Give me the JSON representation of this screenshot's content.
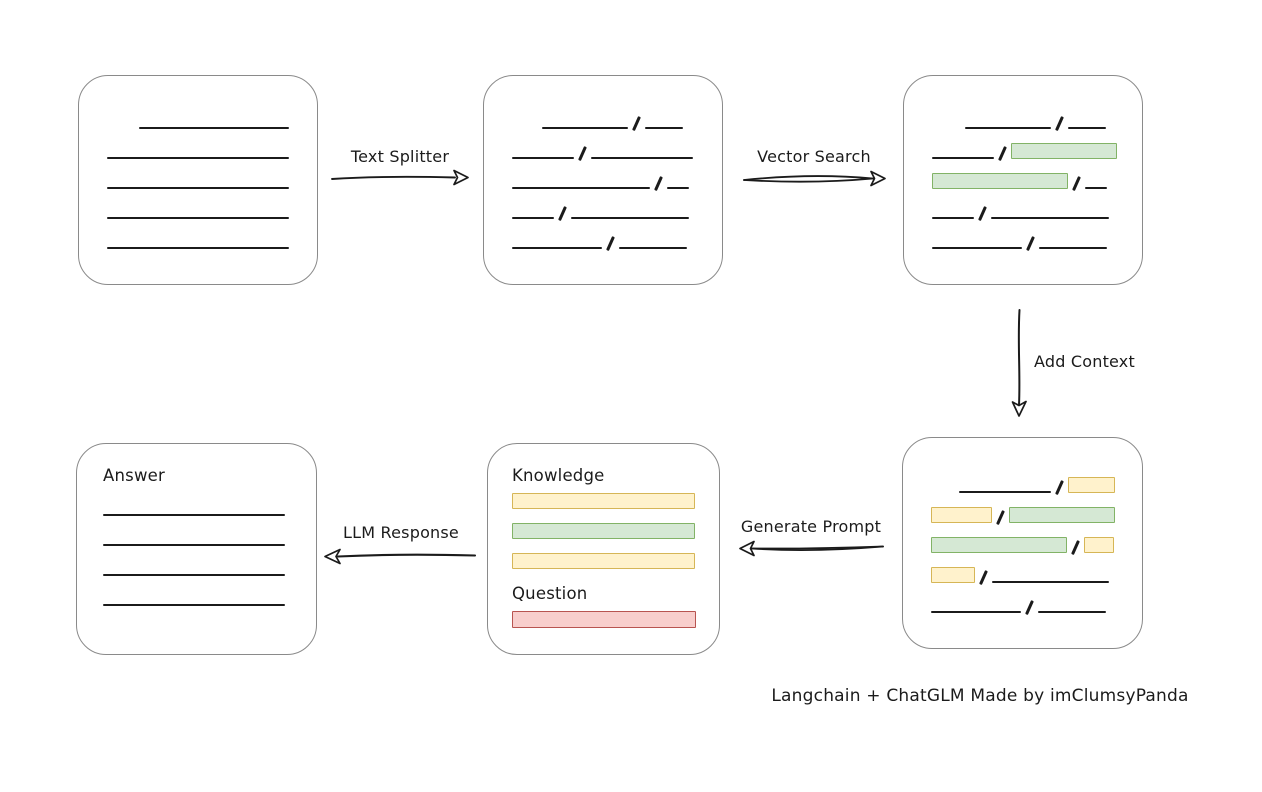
{
  "caption": "Langchain + ChatGLM Made by imClumsyPanda",
  "colors": {
    "green_fill": "#d5e8d4",
    "green_stroke": "#82b366",
    "yellow_fill": "#fff2cc",
    "yellow_stroke": "#d6b656",
    "red_fill": "#f8cecc",
    "red_stroke": "#b85450",
    "line_color": "#1b1b1b",
    "box_border": "#8a8a8a"
  },
  "arrows": {
    "text_splitter": {
      "label": "Text Splitter",
      "direction": "right"
    },
    "vector_search": {
      "label": "Vector Search",
      "direction": "right"
    },
    "add_context": {
      "label": "Add Context",
      "direction": "down"
    },
    "generate_prompt": {
      "label": "Generate Prompt",
      "direction": "left"
    },
    "llm_response": {
      "label": "LLM Response",
      "direction": "left"
    }
  },
  "boxes": {
    "source_document": {
      "rows": [
        {
          "indent": 32,
          "segs": [
            [
              "line",
              150
            ]
          ]
        },
        {
          "segs": [
            [
              "line",
              182
            ]
          ]
        },
        {
          "segs": [
            [
              "line",
              182
            ]
          ]
        },
        {
          "segs": [
            [
              "line",
              182
            ]
          ]
        },
        {
          "segs": [
            [
              "line",
              182
            ]
          ]
        }
      ]
    },
    "split_text": {
      "rows": [
        {
          "indent": 30,
          "segs": [
            [
              "line",
              86
            ],
            [
              "slash"
            ],
            [
              "line",
              38
            ]
          ]
        },
        {
          "segs": [
            [
              "line",
              62
            ],
            [
              "slash"
            ],
            [
              "line",
              102
            ]
          ]
        },
        {
          "segs": [
            [
              "line",
              138
            ],
            [
              "slash"
            ],
            [
              "line",
              22
            ]
          ]
        },
        {
          "segs": [
            [
              "line",
              42
            ],
            [
              "slash"
            ],
            [
              "line",
              118
            ]
          ]
        },
        {
          "segs": [
            [
              "line",
              90
            ],
            [
              "slash"
            ],
            [
              "line",
              68
            ]
          ]
        }
      ]
    },
    "matched_chunks": {
      "rows": [
        {
          "indent": 33,
          "segs": [
            [
              "line",
              86
            ],
            [
              "slash"
            ],
            [
              "line",
              38
            ]
          ]
        },
        {
          "segs": [
            [
              "line",
              62
            ],
            [
              "slash"
            ],
            [
              "green",
              106
            ]
          ]
        },
        {
          "segs": [
            [
              "green",
              136
            ],
            [
              "slash"
            ],
            [
              "line",
              22
            ]
          ]
        },
        {
          "segs": [
            [
              "line",
              42
            ],
            [
              "slash"
            ],
            [
              "line",
              118
            ]
          ]
        },
        {
          "segs": [
            [
              "line",
              90
            ],
            [
              "slash"
            ],
            [
              "line",
              68
            ]
          ]
        }
      ]
    },
    "context_chunks": {
      "rows": [
        {
          "indent": 28,
          "segs": [
            [
              "line",
              92
            ],
            [
              "slash"
            ],
            [
              "yellow",
              47
            ]
          ]
        },
        {
          "segs": [
            [
              "yellow",
              61
            ],
            [
              "slash"
            ],
            [
              "green",
              106
            ]
          ]
        },
        {
          "segs": [
            [
              "green",
              136
            ],
            [
              "slash"
            ],
            [
              "yellow",
              30
            ]
          ]
        },
        {
          "segs": [
            [
              "yellow",
              44
            ],
            [
              "slash"
            ],
            [
              "line",
              117
            ]
          ]
        },
        {
          "segs": [
            [
              "line",
              90
            ],
            [
              "slash"
            ],
            [
              "line",
              68
            ]
          ]
        }
      ]
    },
    "prompt": {
      "knowledge_label": "Knowledge",
      "question_label": "Question",
      "knowledge_rows": [
        {
          "segs": [
            [
              "yellow",
              183
            ]
          ]
        },
        {
          "segs": [
            [
              "green",
              183
            ]
          ]
        },
        {
          "segs": [
            [
              "yellow",
              183
            ]
          ]
        }
      ],
      "question_rows": [
        {
          "segs": [
            [
              "red",
              184
            ]
          ]
        }
      ]
    },
    "answer": {
      "title": "Answer",
      "rows": [
        {
          "segs": [
            [
              "line",
              182
            ]
          ]
        },
        {
          "segs": [
            [
              "line",
              182
            ]
          ]
        },
        {
          "segs": [
            [
              "line",
              182
            ]
          ]
        },
        {
          "segs": [
            [
              "line",
              182
            ]
          ]
        }
      ]
    }
  }
}
